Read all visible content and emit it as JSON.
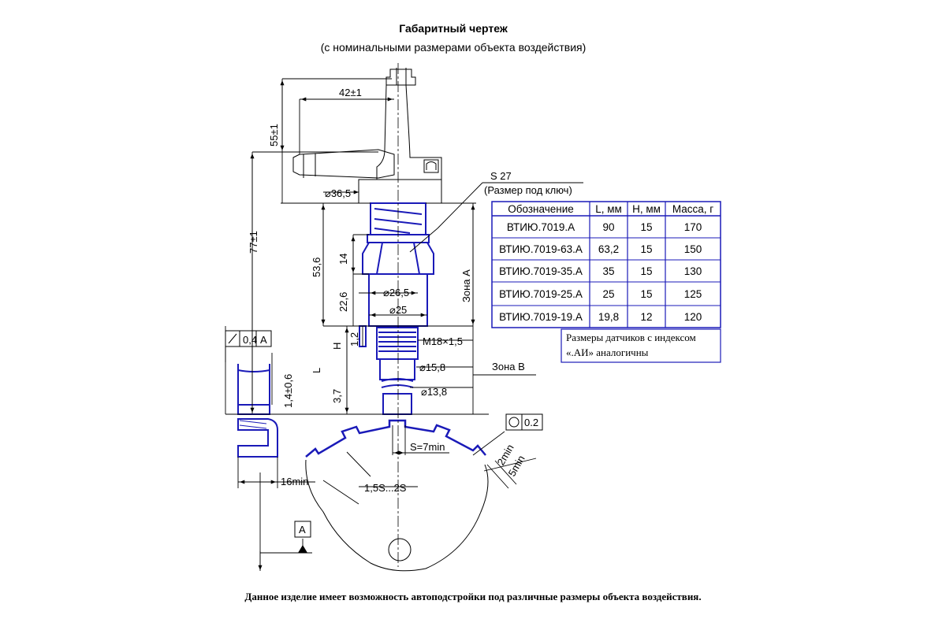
{
  "header": {
    "title": "Габаритный чертеж",
    "subtitle": "(с номинальными размерами объекта воздействия)"
  },
  "dimensions": {
    "d42": "42±1",
    "d55": "55±1",
    "d77": "77±1",
    "d36_5": "⌀36,5",
    "d53_6": "53,6",
    "d14": "14",
    "d22_6": "22,6",
    "d26_5": "⌀26,5",
    "d25": "⌀25",
    "d1_2": "1,2",
    "H": "H",
    "L": "L",
    "d3_7": "3,7",
    "m18": "M18×1,5",
    "d15_8": "⌀15,8",
    "d13_8": "⌀13,8",
    "d1_4": "1,4±0,6",
    "d16min": "16min",
    "s7min": "S=7min",
    "s15": "1,5S...2S",
    "d2min": "2min",
    "d5min": "5min",
    "s27": "S 27",
    "key_size": "(Размер под ключ)",
    "zone_a": "Зона А",
    "zone_b": "Зона В"
  },
  "tolerances": {
    "runout_value": "0,4",
    "runout_datum": "A",
    "roundness_value": "0.2",
    "datum_label": "A"
  },
  "table": {
    "headers": [
      "Обозначение",
      "L, мм",
      "H, мм",
      "Масса, г"
    ],
    "rows": [
      [
        "ВТИЮ.7019.А",
        "90",
        "15",
        "170"
      ],
      [
        "ВТИЮ.7019-63.А",
        "63,2",
        "15",
        "150"
      ],
      [
        "ВТИЮ.7019-35.А",
        "35",
        "15",
        "130"
      ],
      [
        "ВТИЮ.7019-25.А",
        "25",
        "15",
        "125"
      ],
      [
        "ВТИЮ.7019-19.А",
        "19,8",
        "12",
        "120"
      ]
    ],
    "note_line1": "Размеры датчиков с индексом",
    "note_line2": "«.АИ» аналогичны"
  },
  "footer": {
    "text": "Данное изделие имеет возможность автоподстройки под различные размеры объекта воздействия."
  },
  "colors": {
    "outline_blue": "#1a1ab8",
    "line_black": "#000000",
    "table_border": "#1a1ab8"
  }
}
